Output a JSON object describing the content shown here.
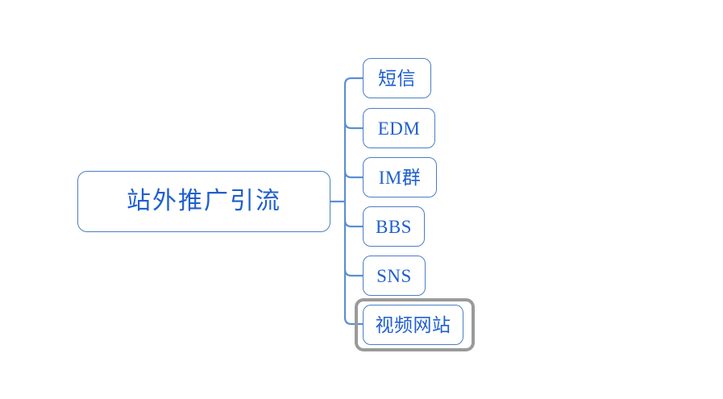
{
  "diagram": {
    "type": "mind-map",
    "background_color": "#ffffff",
    "node_border_color": "#4a7ec4",
    "node_text_color": "#1f5fcf",
    "connector_color": "#5b8fd4",
    "selection_color": "#9a9a9a",
    "root": {
      "label": "站外推广引流"
    },
    "children": [
      {
        "label": "短信",
        "selected": false
      },
      {
        "label": "EDM",
        "selected": false
      },
      {
        "label": "IM群",
        "selected": false
      },
      {
        "label": "BBS",
        "selected": false
      },
      {
        "label": "SNS",
        "selected": false
      },
      {
        "label": "视频网站",
        "selected": true
      }
    ]
  }
}
